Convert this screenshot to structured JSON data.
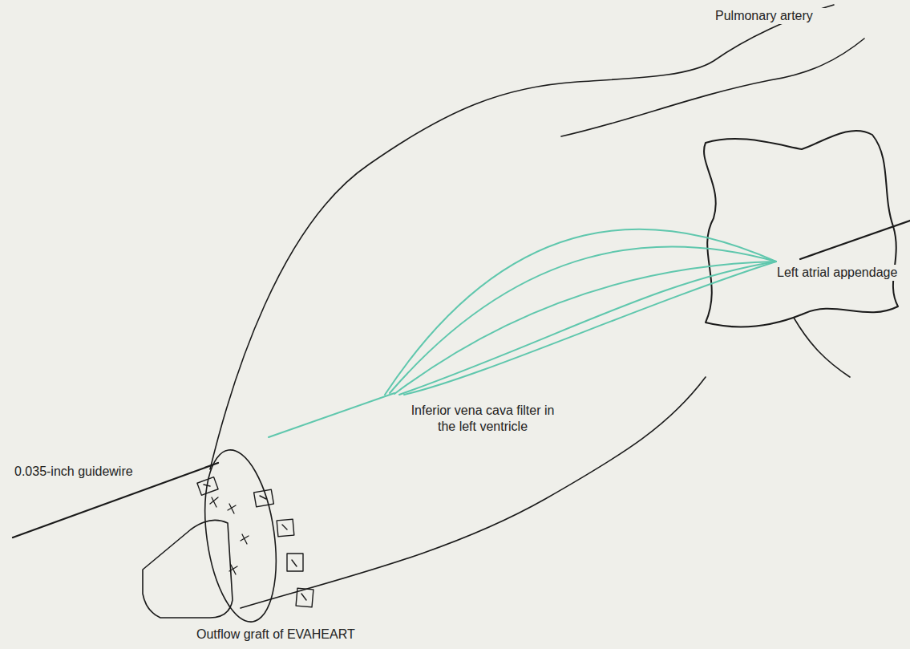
{
  "diagram": {
    "labels": [
      "Pulmonary artery",
      "Left atrial appendage",
      "Inferior vena cava filter in the left ventricle",
      "0.035-inch guidewire",
      "Outflow graft of EVAHEART"
    ]
  }
}
